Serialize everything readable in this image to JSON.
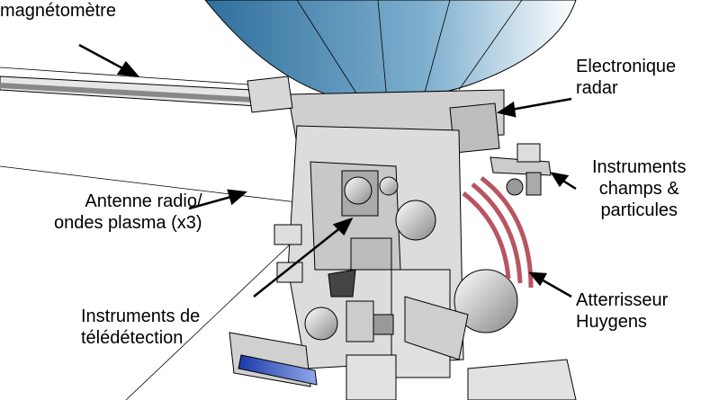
{
  "labels": {
    "magnetometer": "magnétomètre",
    "radar_line1": "Electronique",
    "radar_line2": "radar",
    "fields_line1": "Instruments",
    "fields_line2": "champs &",
    "fields_line3": "particules",
    "antenna_line1": "Antenne radio/",
    "antenna_line2": "ondes plasma (x3)",
    "remote_line1": "Instruments de",
    "remote_line2": "télédétection",
    "huygens_line1": "Atterrisseur",
    "huygens_line2": "Huygens"
  },
  "colors": {
    "dish": "#4a86b0",
    "huygens": "#c0606a",
    "body": "#d4d4d4",
    "blue_panel": "#2a4fc0"
  }
}
